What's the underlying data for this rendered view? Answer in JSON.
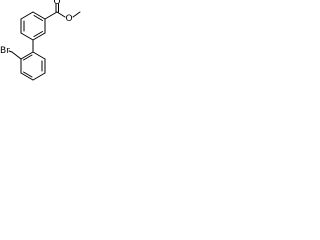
{
  "molecule": {
    "atom_labels": {
      "carbonyl_oxygen": "O",
      "ester_oxygen": "O",
      "bromine": "Br"
    },
    "colors": {
      "oxygen": "#c00000",
      "bromine": "#8b2500",
      "bond": "#000000"
    }
  }
}
